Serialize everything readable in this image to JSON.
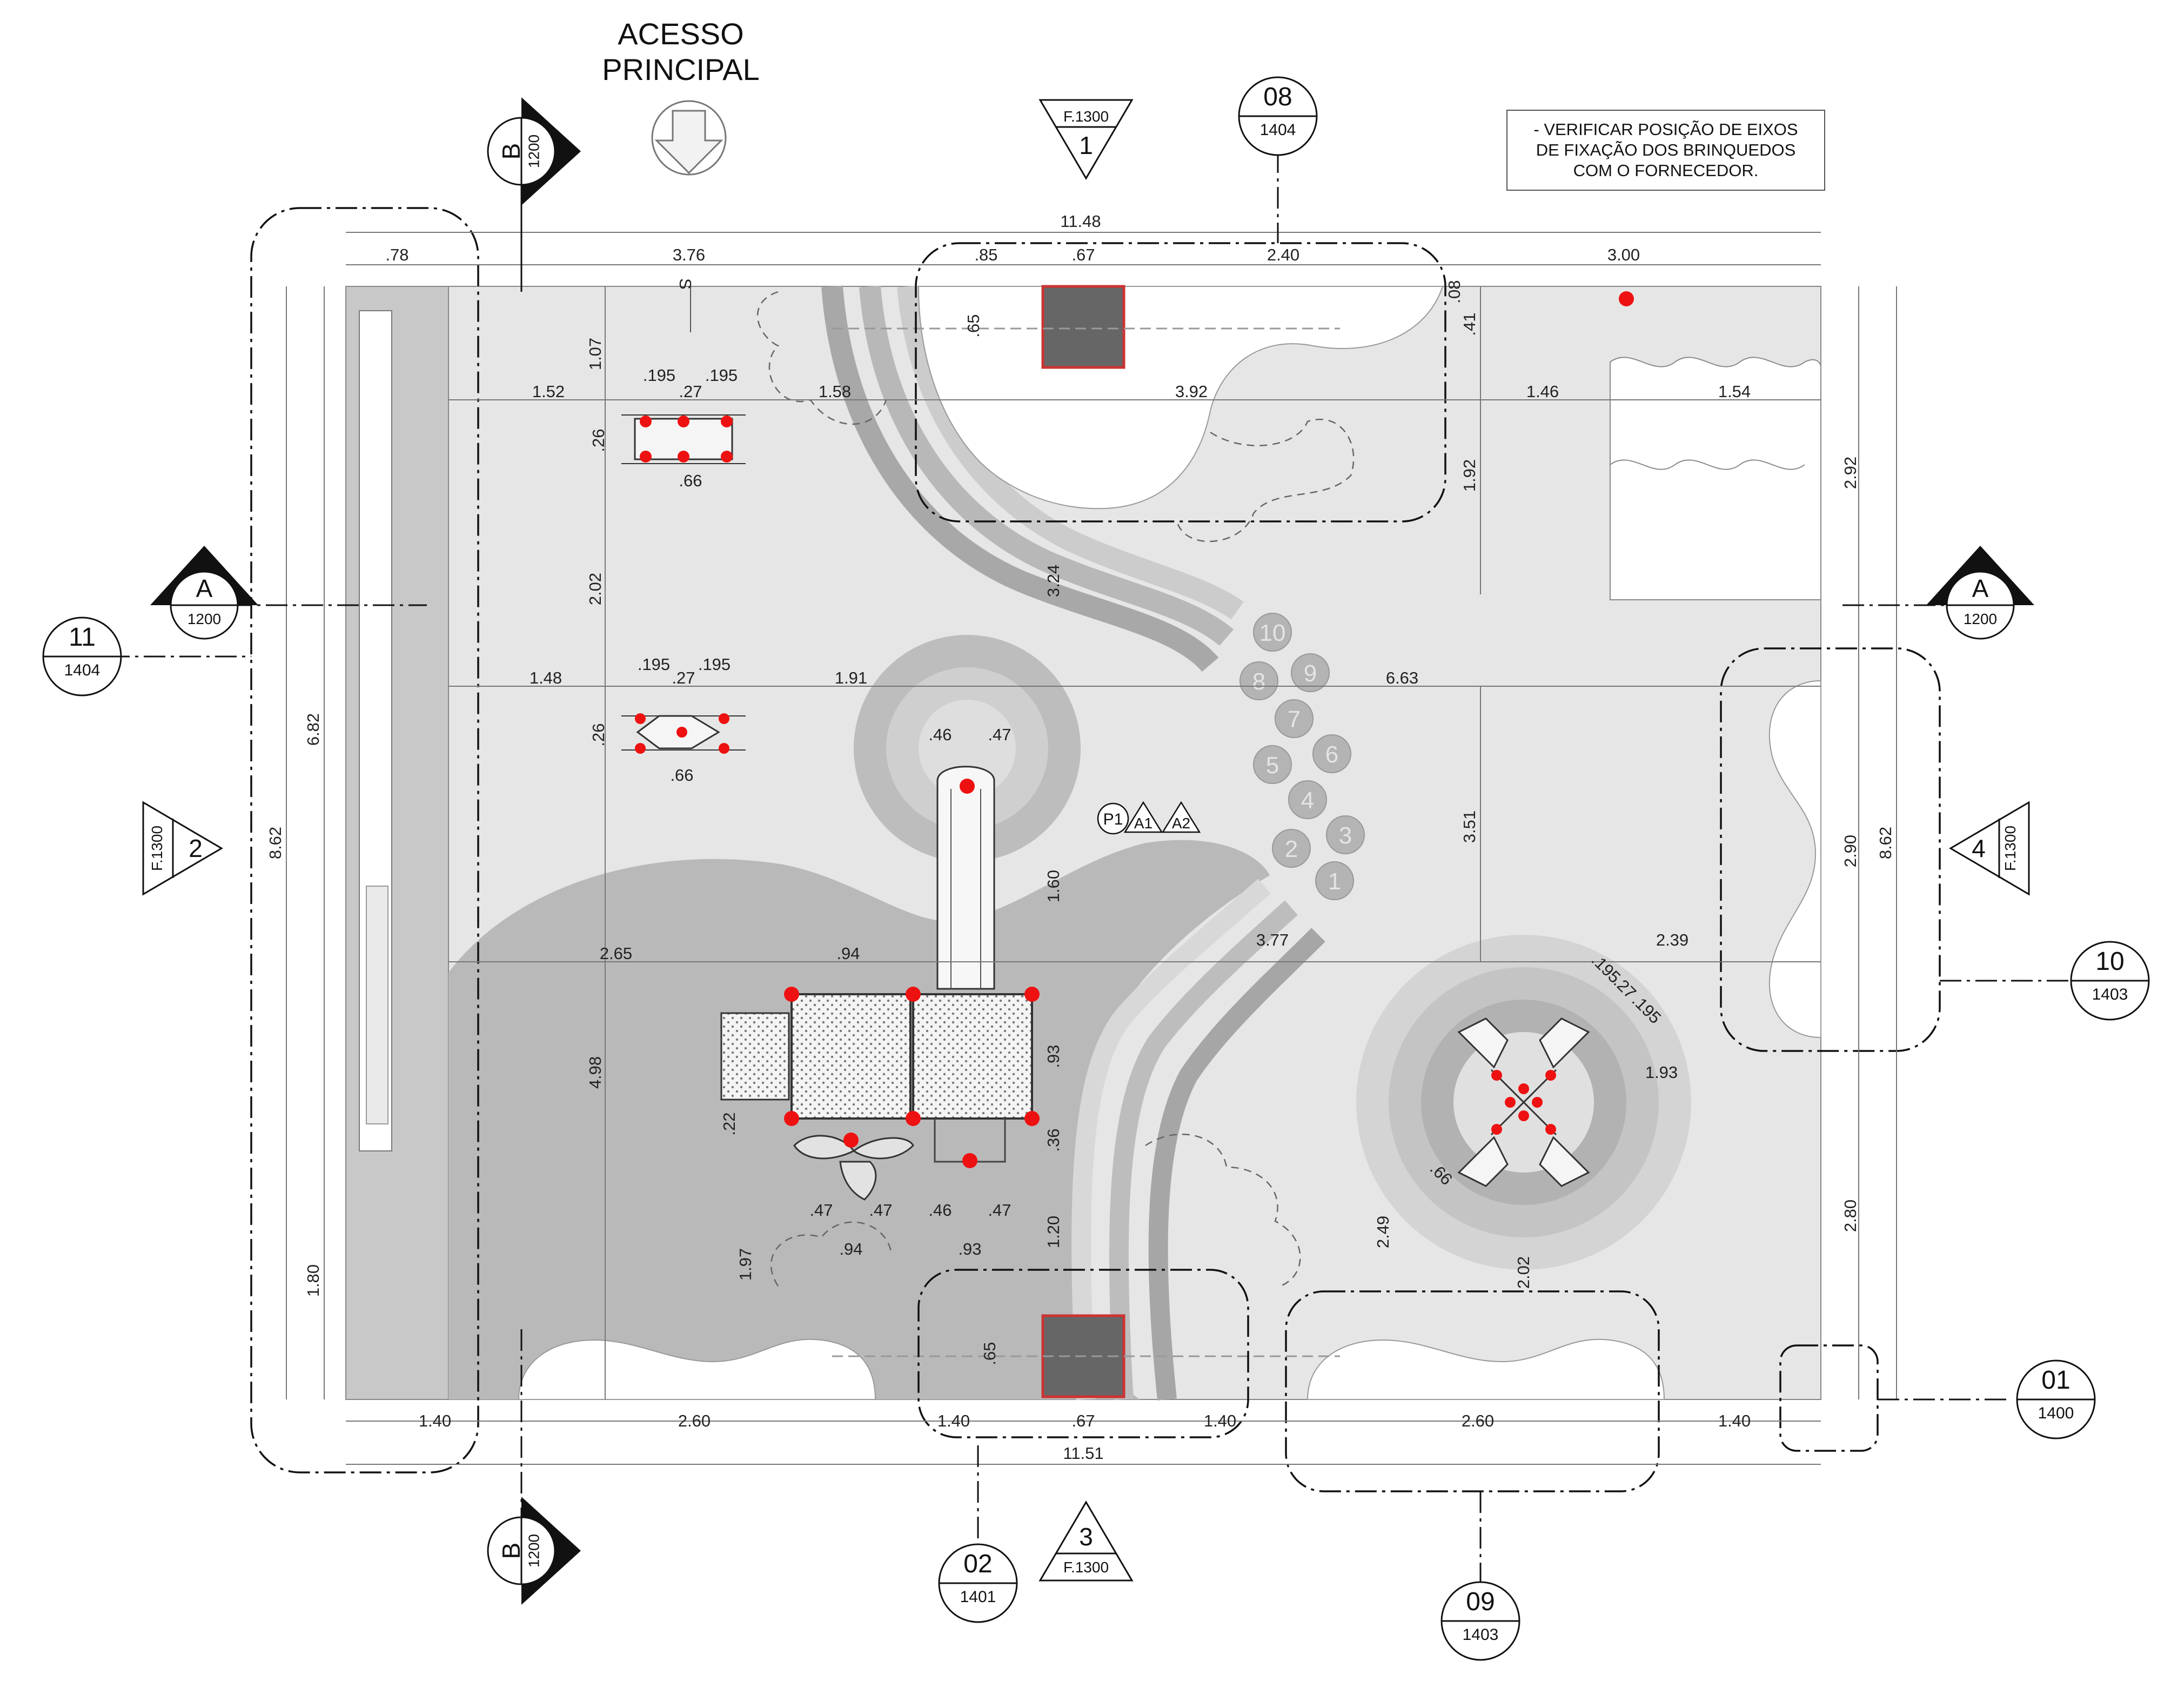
{
  "access": {
    "line1": "ACESSO",
    "line2": "PRINCIPAL"
  },
  "note": {
    "line1": "- VERIFICAR POSIÇÃO DE EIXOS",
    "line2": "DE FIXAÇÃO DOS BRINQUEDOS",
    "line3": "COM O FORNECEDOR."
  },
  "stair_mark": "S",
  "callouts": {
    "c08": {
      "num": "08",
      "sheet": "1404"
    },
    "c11": {
      "num": "11",
      "sheet": "1404"
    },
    "c10": {
      "num": "10",
      "sheet": "1403"
    },
    "c01": {
      "num": "01",
      "sheet": "1400"
    },
    "c02": {
      "num": "02",
      "sheet": "1401"
    },
    "c09": {
      "num": "09",
      "sheet": "1403"
    }
  },
  "elevations": {
    "e1": {
      "sheet": "F.1300",
      "num": "1"
    },
    "e2": {
      "sheet": "F.1300",
      "num": "2"
    },
    "e3": {
      "sheet": "F.1300",
      "num": "3"
    },
    "e4": {
      "sheet": "F.1300",
      "num": "4"
    }
  },
  "sections": {
    "a_left": {
      "letter": "A",
      "sheet": "1200"
    },
    "a_right": {
      "letter": "A",
      "sheet": "1200"
    },
    "b_top": {
      "letter": "B",
      "sheet": "1200"
    },
    "b_bottom": {
      "letter": "B",
      "sheet": "1200"
    }
  },
  "tags": {
    "p1": "P1",
    "a1": "A1",
    "a2": "A2"
  },
  "hopscotch": [
    "1",
    "2",
    "3",
    "4",
    "5",
    "6",
    "7",
    "8",
    "9",
    "10"
  ],
  "dims": {
    "top_total": "11.48",
    "top_a": ".78",
    "top_b": "3.76",
    "top_c": ".85",
    "top_d": ".67",
    "top_e": "2.40",
    "top_f": "3.00",
    "bot_total": "11.51",
    "bot_a": "1.40",
    "bot_b": "2.60",
    "bot_c": "1.40",
    "bot_d": ".67",
    "bot_e": "1.40",
    "bot_f": "2.60",
    "bot_g": "1.40",
    "left_total": "8.62",
    "left_a": "6.82",
    "left_b": "1.80",
    "right_total": "8.62",
    "right_a": "2.92",
    "right_b": "2.90",
    "right_c": "2.80",
    "v107": "1.07",
    "v202": "2.02",
    "v498": "4.98",
    "v197": "1.97",
    "v022": ".22",
    "v065t": ".65",
    "v065b": ".65",
    "v324": "3.24",
    "v160": "1.60",
    "v093": ".93",
    "v036": ".36",
    "v120": "1.20",
    "v008": ".08",
    "v041": ".41",
    "v192": "1.92",
    "v351": "3.51",
    "v249": "2.49",
    "v202r": "2.02",
    "h152": "1.52",
    "h158": "1.58",
    "h392": "3.92",
    "h146": "1.46",
    "h154": "1.54",
    "h148": "1.48",
    "h191": "1.91",
    "h663": "6.63",
    "h195a": ".195",
    "h027a": ".27",
    "h195b": ".195",
    "h066a": ".66",
    "v026a": ".26",
    "h195c": ".195",
    "h027b": ".27",
    "h195d": ".195",
    "h066b": ".66",
    "v026b": ".26",
    "h046": ".46",
    "h047": ".47",
    "h265": "2.65",
    "h094t": ".94",
    "h377": "3.77",
    "h239": "2.39",
    "h193": "1.93",
    "h047a": ".47",
    "h047b": ".47",
    "h046b": ".46",
    "h047c": ".47",
    "h094b": ".94",
    "h093b": ".93",
    "d195a": ".195",
    "d027": ".27",
    "d195b": ".195",
    "d066": ".66"
  }
}
